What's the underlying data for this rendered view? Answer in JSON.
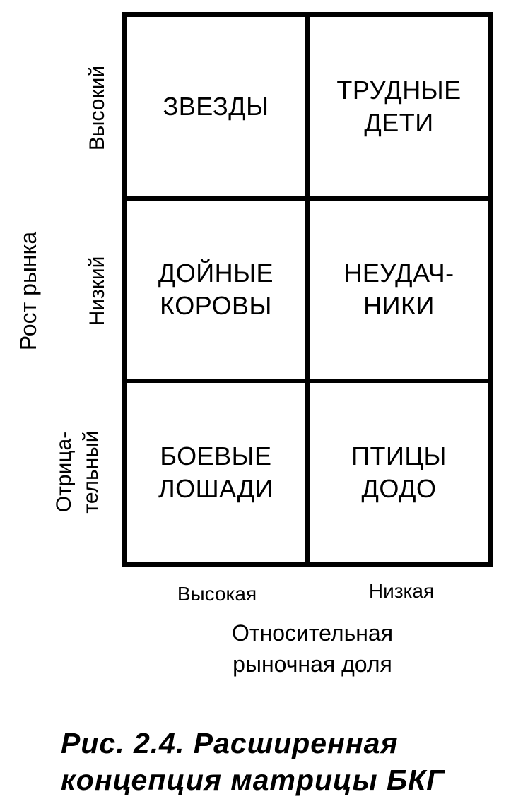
{
  "matrix": {
    "cells": [
      [
        "ЗВЕЗДЫ",
        "ТРУДНЫЕ\nДЕТИ"
      ],
      [
        "ДОЙНЫЕ\nКОРОВЫ",
        "НЕУДАЧ-\nНИКИ"
      ],
      [
        "БОЕВЫЕ\nЛОШАДИ",
        "ПТИЦЫ\nДОДО"
      ]
    ]
  },
  "y_axis": {
    "title": "Рост рынка",
    "levels": [
      "Высокий",
      "Низкий",
      "Отрица-\nтельный"
    ]
  },
  "x_axis": {
    "title": "Относительная\nрыночная доля",
    "levels": [
      "Высокая",
      "Низкая"
    ]
  },
  "caption": "Рис. 2.4. Расширенная\nконцепция матрицы БКГ"
}
